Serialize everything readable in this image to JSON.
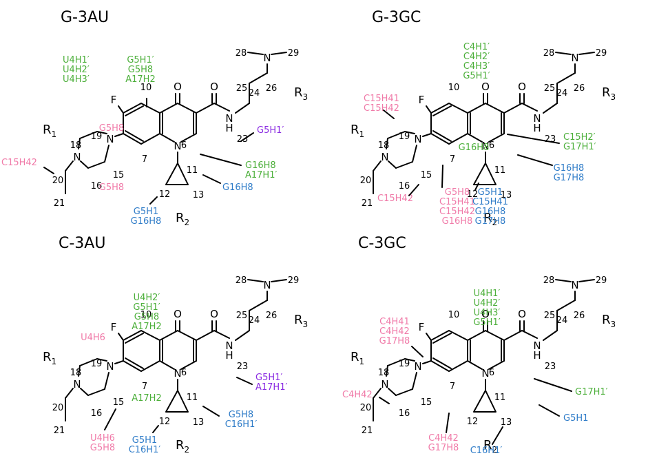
{
  "colors": {
    "green": "#4caf3a",
    "pink": "#f07aa8",
    "blue": "#2f7cc8",
    "purple": "#8a2be2",
    "black": "#000000"
  },
  "atoms": {
    "O": "O",
    "F": "F",
    "N": "N",
    "H": "H"
  },
  "r_labels": {
    "r": "R",
    "s1": "1",
    "s2": "2",
    "s3": "3"
  },
  "nums": {
    "n6": "6",
    "n7": "7",
    "n10": "10",
    "n11": "11",
    "n12": "12",
    "n13": "13",
    "n15": "15",
    "n16": "16",
    "n18": "18",
    "n19": "19",
    "n20": "20",
    "n21": "21",
    "n23": "23",
    "n24": "24",
    "n25": "25",
    "n26": "26",
    "n28": "28",
    "n29": "29"
  },
  "panels": [
    {
      "title": "G-3AU",
      "ann": {
        "green_c10_a": [
          "U4H1′",
          "U4H2′",
          "U4H3′"
        ],
        "green_c10_b": [
          "G5H1′",
          "G5H8",
          "A17H2"
        ],
        "green_c6": [
          "G16H8",
          "A17H1′"
        ],
        "blue_11": [
          "G16H8"
        ],
        "blue_12": [
          "G5H1",
          "G16H8"
        ],
        "pink_19": [
          "G5H8"
        ],
        "pink_16": [
          "G5H8"
        ],
        "pink_20": [
          "C15H42"
        ],
        "purple_23": [
          "G5H1′"
        ]
      }
    },
    {
      "title": "G-3GC",
      "ann": {
        "green_c10": [
          "C4H1′",
          "C4H2′",
          "C4H3′",
          "G5H1′"
        ],
        "pink_18": [
          "C15H41",
          "C15H42"
        ],
        "green_7": [
          "G16H8"
        ],
        "green_6": [
          "C15H2′",
          "G17H1′"
        ],
        "blue_11": [
          "G16H8",
          "G17H8"
        ],
        "pink_16": [
          "C15H42"
        ],
        "pink_15": [
          "G5H8",
          "C15H41",
          "C15H42",
          "G16H8"
        ],
        "blue_12": [
          "G5H1",
          "C15H41",
          "G16H8",
          "G17H8"
        ]
      }
    },
    {
      "title": "C-3AU",
      "ann": {
        "green_c10": [
          "U4H2′",
          "G5H1′",
          "G5H8",
          "A17H2"
        ],
        "pink_19": [
          "U4H6"
        ],
        "green_7": [
          "A17H2"
        ],
        "purple_23": [
          "G5H1′",
          "A17H1′"
        ],
        "blue_11": [
          "G5H8",
          "C16H1′"
        ],
        "pink_15": [
          "U4H6",
          "G5H8"
        ],
        "blue_12": [
          "G5H1",
          "C16H1′"
        ]
      }
    },
    {
      "title": "C-3GC",
      "ann": {
        "green_c10": [
          "U4H1′",
          "U4H2′",
          "U4H3′",
          "G5H1′"
        ],
        "pink_19": [
          "C4H41",
          "C4H42",
          "G17H8"
        ],
        "pink_20": [
          "C4H42"
        ],
        "green_6": [
          "G17H1′"
        ],
        "blue_11": [
          "G5H1"
        ],
        "pink_15": [
          "C4H42",
          "G17H8"
        ],
        "blue_12": [
          "C16H1′"
        ]
      }
    }
  ]
}
